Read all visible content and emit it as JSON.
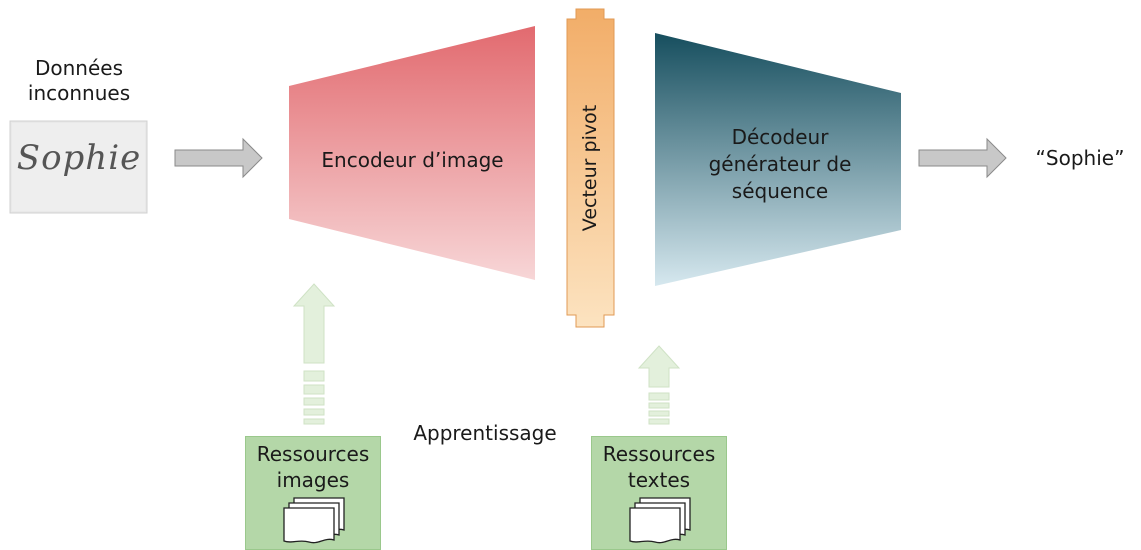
{
  "input": {
    "label": "Données inconnues",
    "image_text": "Sophie"
  },
  "encoder": {
    "label": "Encodeur d’image"
  },
  "pivot": {
    "label": "Vecteur pivot"
  },
  "decoder": {
    "label": "Décodeur générateur de séquence"
  },
  "output": {
    "label": "“Sophie”"
  },
  "training": {
    "label": "Apprentissage"
  },
  "resources": {
    "images": {
      "label": "Ressources images"
    },
    "texts": {
      "label": "Ressources textes"
    }
  },
  "colors": {
    "encoder_top": "#e26a6f",
    "encoder_bottom": "#f6d3d4",
    "pivot_top": "#f2b06e",
    "pivot_bottom": "#fce2bd",
    "decoder_top": "#174f5f",
    "decoder_bottom": "#d4e7ee",
    "resource_fill": "#b4d7a8",
    "arrow_gray": "#c8c8c8",
    "arrow_green": "#e1efd9"
  }
}
